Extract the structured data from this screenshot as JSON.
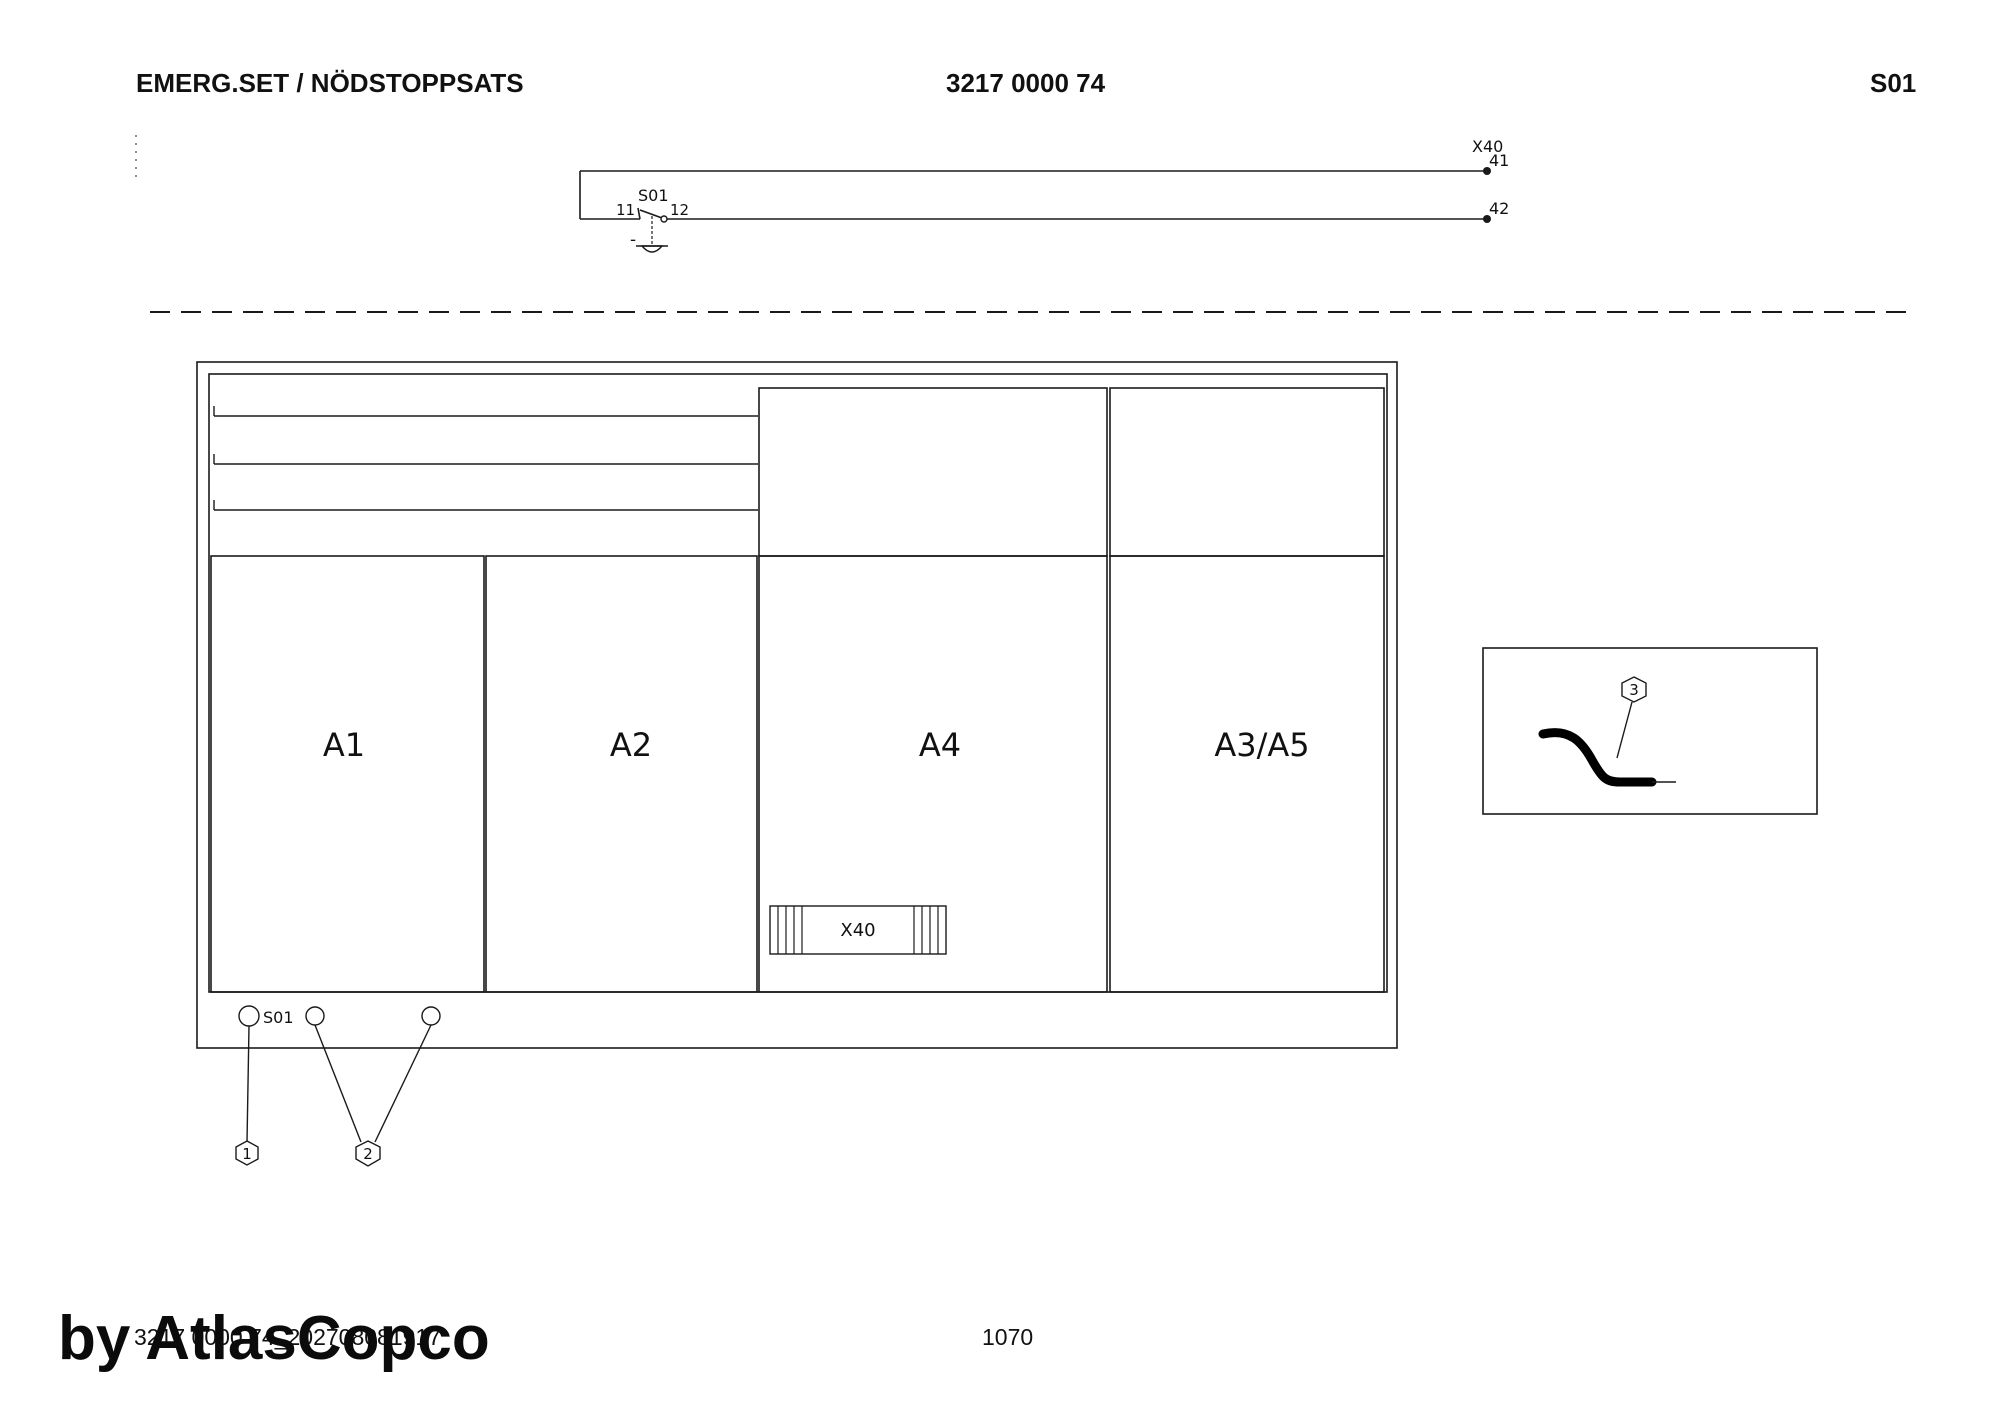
{
  "header": {
    "title_left": "EMERG.SET / NÖDSTOPPSATS",
    "title_center": "3217 0000 74",
    "title_right": "S01"
  },
  "schematic": {
    "terminal_block": "X40",
    "terminal_top": "41",
    "terminal_bottom": "42",
    "switch_name": "S01",
    "switch_pin_left": "11",
    "switch_pin_right": "12"
  },
  "cabinet": {
    "compartments": [
      "A1",
      "A2",
      "A4",
      "A3/A5"
    ],
    "terminal_label": "X40",
    "switch_label": "S01",
    "callouts": [
      "1",
      "2"
    ]
  },
  "detail": {
    "callout": "3"
  },
  "footer": {
    "doc_id": "3217 0000 74_202708081917",
    "page_number": "1070",
    "brand": "by AtlasCopco"
  }
}
